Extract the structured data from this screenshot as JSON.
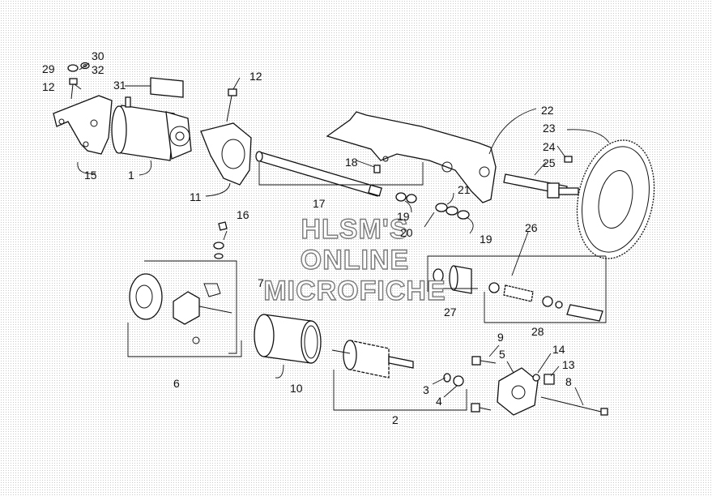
{
  "watermark": {
    "line1": "HLSM'S",
    "line2": "ONLINE",
    "line3": "MICROFICHE"
  },
  "callouts": [
    {
      "id": "c29",
      "label": "29"
    },
    {
      "id": "c30",
      "label": "30"
    },
    {
      "id": "c32",
      "label": "32"
    },
    {
      "id": "c12a",
      "label": "12"
    },
    {
      "id": "c31",
      "label": "31"
    },
    {
      "id": "c12b",
      "label": "12"
    },
    {
      "id": "c15",
      "label": "15"
    },
    {
      "id": "c1",
      "label": "1"
    },
    {
      "id": "c11",
      "label": "11"
    },
    {
      "id": "c17",
      "label": "17"
    },
    {
      "id": "c18",
      "label": "18"
    },
    {
      "id": "c19a",
      "label": "19"
    },
    {
      "id": "c20",
      "label": "20"
    },
    {
      "id": "c21",
      "label": "21"
    },
    {
      "id": "c19b",
      "label": "19"
    },
    {
      "id": "c22",
      "label": "22"
    },
    {
      "id": "c23",
      "label": "23"
    },
    {
      "id": "c24",
      "label": "24"
    },
    {
      "id": "c25",
      "label": "25"
    },
    {
      "id": "c26",
      "label": "26"
    },
    {
      "id": "c16",
      "label": "16"
    },
    {
      "id": "c7",
      "label": "7"
    },
    {
      "id": "c27",
      "label": "27"
    },
    {
      "id": "c28",
      "label": "28"
    },
    {
      "id": "c6",
      "label": "6"
    },
    {
      "id": "c10",
      "label": "10"
    },
    {
      "id": "c9",
      "label": "9"
    },
    {
      "id": "c5",
      "label": "5"
    },
    {
      "id": "c14",
      "label": "14"
    },
    {
      "id": "c13",
      "label": "13"
    },
    {
      "id": "c8",
      "label": "8"
    },
    {
      "id": "c3",
      "label": "3"
    },
    {
      "id": "c4",
      "label": "4"
    },
    {
      "id": "c2",
      "label": "2"
    }
  ]
}
